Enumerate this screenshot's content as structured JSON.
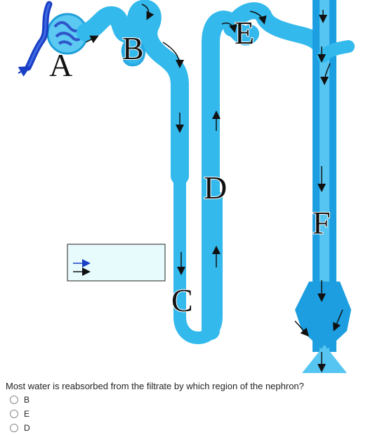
{
  "figure": {
    "labels": {
      "a": "A",
      "b": "B",
      "c": "C",
      "d": "D",
      "e": "E",
      "f": "F"
    },
    "colors": {
      "tubule": "#33b9ec",
      "tubule_light": "#7fd4f6",
      "collecting_duct": "#1c9ee0",
      "vessel": "#1a3fc4",
      "arrow": "#111111",
      "legend_fill": "#e7fbfd"
    },
    "legend_icons": [
      "blue-arrow-icon",
      "black-arrow-icon"
    ]
  },
  "question": {
    "text": "Most water is reabsorbed from the filtrate by which region of the nephron?",
    "options": [
      {
        "label": "B",
        "selected": false
      },
      {
        "label": "E",
        "selected": false
      },
      {
        "label": "D",
        "selected": false
      }
    ]
  }
}
